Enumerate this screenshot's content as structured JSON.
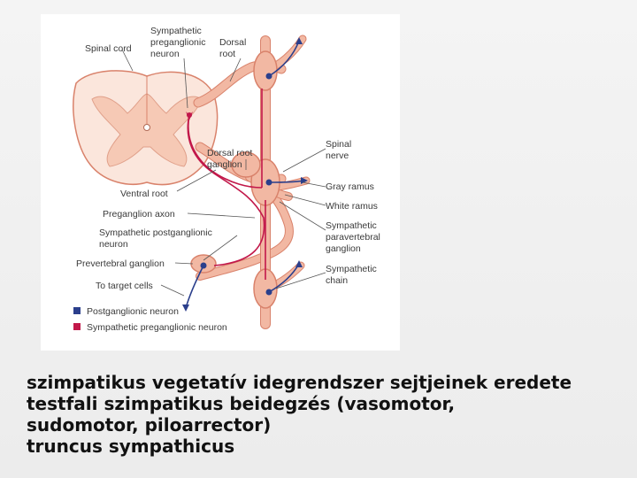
{
  "figure": {
    "labels": {
      "spinal_cord": "Spinal cord",
      "symp_pre_1": "Sympathetic",
      "symp_pre_2": "preganglionic",
      "symp_pre_3": "neuron",
      "dorsal_root_1": "Dorsal",
      "dorsal_root_2": "root",
      "spinal_nerve_1": "Spinal",
      "spinal_nerve_2": "nerve",
      "drg_1": "Dorsal root",
      "drg_2": "ganglion",
      "ventral_root": "Ventral root",
      "gray_ramus": "Gray ramus",
      "white_ramus": "White ramus",
      "preganglion_axon": "Preganglion axon",
      "symp_post_1": "Sympathetic postganglionic",
      "symp_post_2": "neuron",
      "para_1": "Sympathetic",
      "para_2": "paravertebral",
      "para_3": "ganglion",
      "prevertebral": "Prevertebral ganglion",
      "chain_1": "Sympathetic",
      "chain_2": "chain",
      "target": "To target cells"
    },
    "legend": [
      {
        "label": "Postganglionic neuron",
        "color": "#2b3f8c"
      },
      {
        "label": "Sympathetic preganglionic neuron",
        "color": "#c2184a"
      }
    ],
    "colors": {
      "nerve": "#f2b8a3",
      "nerve_outline": "#d9826b",
      "gray_matter": "#f6c9b5",
      "white_matter": "#fbe6dc",
      "preganglionic": "#c2184a",
      "postganglionic": "#2b3f8c"
    }
  },
  "caption": {
    "lines": [
      "szimpatikus vegetatív idegrendszer sejtjeinek eredete",
      "testfali szimpatikus beidegzés (vasomotor,",
      "sudomotor, piloarrector)",
      "truncus sympathicus"
    ]
  }
}
